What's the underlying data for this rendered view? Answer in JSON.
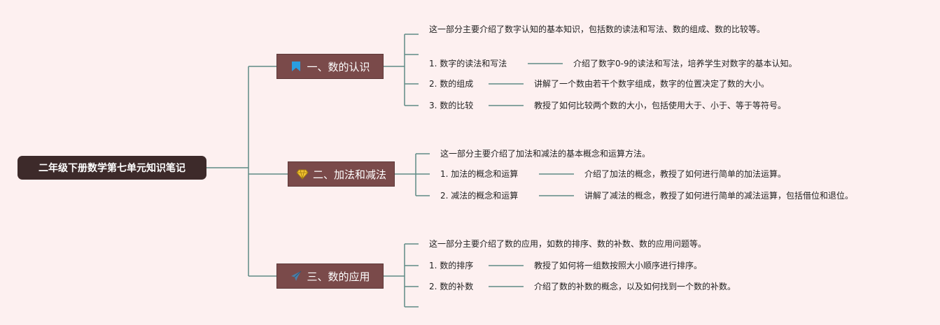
{
  "root": {
    "title": "二年级下册数学第七单元知识笔记"
  },
  "branches": [
    {
      "label": "一、数的认识",
      "icon": "bookmark-icon",
      "summary": "这一部分主要介绍了数字认知的基本知识，包括数的读法和写法、数的组成、数的比较等。",
      "items": [
        {
          "title": "1. 数字的读法和写法",
          "detail": "介绍了数字0-9的读法和写法，培养学生对数字的基本认知。"
        },
        {
          "title": "2. 数的组成",
          "detail": "讲解了一个数由若干个数字组成，数字的位置决定了数的大小。"
        },
        {
          "title": "3. 数的比较",
          "detail": "教授了如何比较两个数的大小，包括使用大于、小于、等于等符号。"
        }
      ]
    },
    {
      "label": "二、加法和减法",
      "icon": "diamond-icon",
      "summary": "这一部分主要介绍了加法和减法的基本概念和运算方法。",
      "items": [
        {
          "title": "1. 加法的概念和运算",
          "detail": "介绍了加法的概念，教授了如何进行简单的加法运算。"
        },
        {
          "title": "2. 减法的概念和运算",
          "detail": "讲解了减法的概念，教授了如何进行简单的减法运算，包括借位和退位。"
        }
      ]
    },
    {
      "label": "三、数的应用",
      "icon": "paper-plane-icon",
      "summary": "这一部分主要介绍了数的应用，如数的排序、数的补数、数的应用问题等。",
      "items": [
        {
          "title": "1. 数的排序",
          "detail": "教授了如何将一组数按照大小顺序进行排序。"
        },
        {
          "title": "2. 数的补数",
          "detail": "介绍了数的补数的概念，以及如何找到一个数的补数。"
        }
      ]
    }
  ],
  "colors": {
    "background": "#fdf0f0",
    "root_fill": "#3d2a2a",
    "branch_fill": "#7a4a4a",
    "connector": "#5e8b86"
  }
}
